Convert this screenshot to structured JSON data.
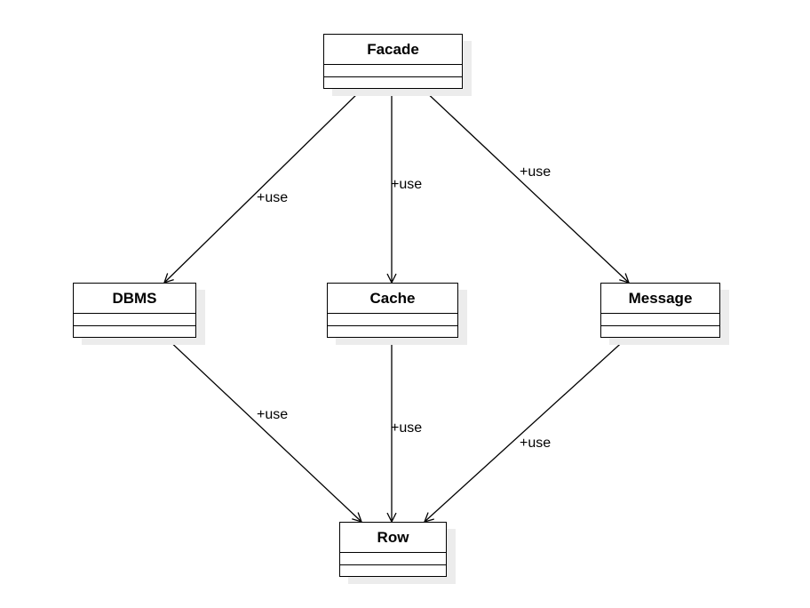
{
  "diagram": {
    "classes": {
      "facade": "Facade",
      "dbms": "DBMS",
      "cache": "Cache",
      "message": "Message",
      "row": "Row"
    },
    "relations": [
      {
        "from": "Facade",
        "to": "DBMS",
        "label": "+use"
      },
      {
        "from": "Facade",
        "to": "Cache",
        "label": "+use"
      },
      {
        "from": "Facade",
        "to": "Message",
        "label": "+use"
      },
      {
        "from": "DBMS",
        "to": "Row",
        "label": "+use"
      },
      {
        "from": "Cache",
        "to": "Row",
        "label": "+use"
      },
      {
        "from": "Message",
        "to": "Row",
        "label": "+use"
      }
    ]
  }
}
